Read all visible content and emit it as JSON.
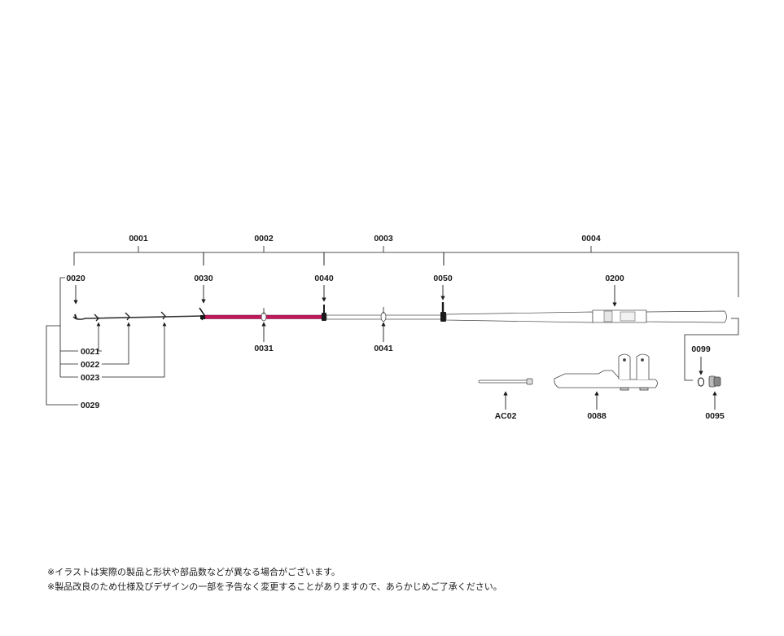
{
  "labels": {
    "p0001": "0001",
    "p0002": "0002",
    "p0003": "0003",
    "p0004": "0004",
    "p0020": "0020",
    "p0030": "0030",
    "p0040": "0040",
    "p0050": "0050",
    "p0200": "0200",
    "p0021": "0021",
    "p0022": "0022",
    "p0023": "0023",
    "p0029": "0029",
    "p0031": "0031",
    "p0041": "0041",
    "p0099": "0099",
    "pAC02": "AC02",
    "p0088": "0088",
    "p0095": "0095"
  },
  "notes": [
    "※イラストは実際の製品と形状や部品数などが異なる場合がございます。",
    "※製品改良のため仕様及びデザインの一部を予告なく変更することがありますので、あらかじめご了承ください。"
  ],
  "colors": {
    "line": "#1a1a1a",
    "accent": "#c2185b",
    "part": "#555555"
  }
}
